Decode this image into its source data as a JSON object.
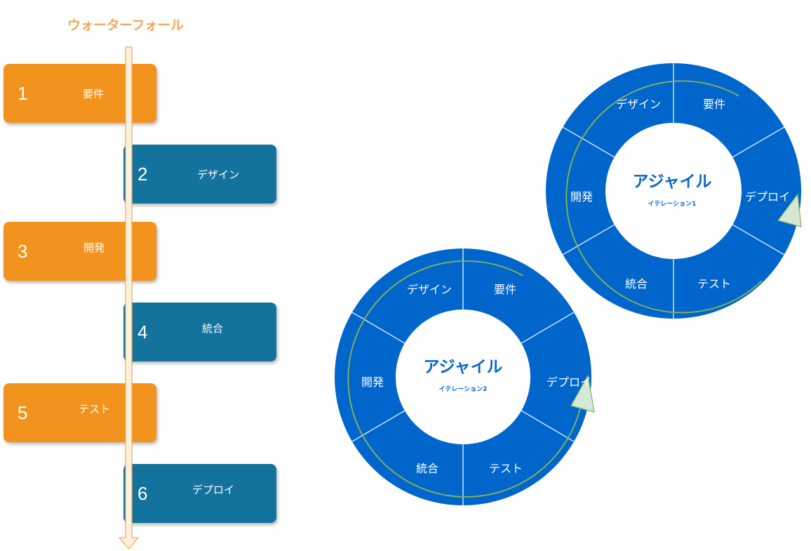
{
  "waterfall": {
    "title": "ウォーターフォール",
    "steps": [
      {
        "num": "1",
        "label": "要件"
      },
      {
        "num": "2",
        "label": "デザイン"
      },
      {
        "num": "3",
        "label": "開発"
      },
      {
        "num": "4",
        "label": "統合"
      },
      {
        "num": "5",
        "label": "テスト"
      },
      {
        "num": "6",
        "label": "デプロイ"
      }
    ],
    "colors": {
      "orange": "#f2931e",
      "teal": "#13739c",
      "arrow": "#f6a75a"
    }
  },
  "agile": [
    {
      "title": "アジャイル",
      "subtitle": "イテレーション1",
      "segments": {
        "requirements": "要件",
        "deploy": "デプロイ",
        "test": "テスト",
        "integration": "統合",
        "development": "開発",
        "design": "デザイン"
      }
    },
    {
      "title": "アジャイル",
      "subtitle": "イテレーション2",
      "segments": {
        "requirements": "要件",
        "deploy": "デプロイ",
        "test": "テスト",
        "integration": "統合",
        "development": "開発",
        "design": "デザイン"
      }
    }
  ],
  "agile_colors": {
    "ring": "#0066cc",
    "cycle_line": "#8ab552",
    "arrowhead": "#d5e8d4"
  }
}
